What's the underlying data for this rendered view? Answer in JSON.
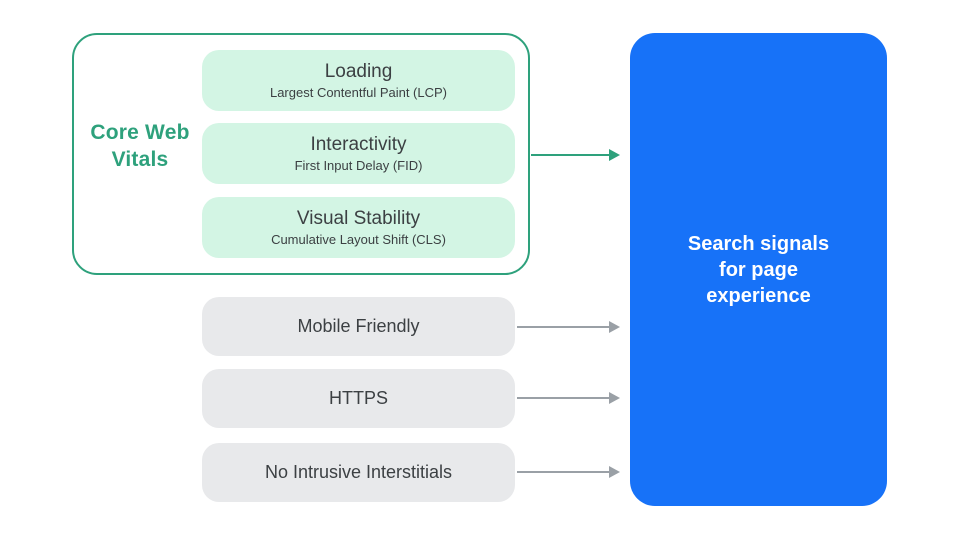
{
  "diagram": {
    "title": "Search signals for page experience",
    "core_web_vitals": {
      "label": "Core Web Vitals",
      "cards": [
        {
          "title": "Loading",
          "subtitle": "Largest Contentful Paint (LCP)"
        },
        {
          "title": "Interactivity",
          "subtitle": "First Input Delay (FID)"
        },
        {
          "title": "Visual Stability",
          "subtitle": "Cumulative Layout Shift (CLS)"
        }
      ]
    },
    "other_signals": [
      {
        "label": "Mobile Friendly"
      },
      {
        "label": "HTTPS"
      },
      {
        "label": "No Intrusive Interstitials"
      }
    ],
    "result": {
      "label": "Search signals for page experience"
    },
    "colors": {
      "green_accent": "#2EA17C",
      "green_fill": "#D3F5E4",
      "gray_fill": "#E8E9EB",
      "arrow_gray": "#9AA0A6",
      "blue_fill": "#1772F8",
      "text_dark": "#3C4043",
      "text_white": "#FFFFFF"
    }
  }
}
